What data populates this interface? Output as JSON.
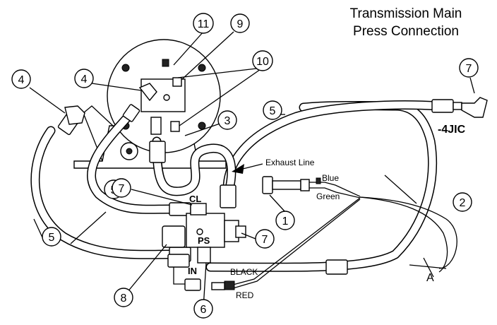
{
  "title": {
    "line1": "Transmission Main",
    "line2": "Press Connection"
  },
  "labels": {
    "exhaust_line": "Exhaust Line",
    "blue": "Blue",
    "green": "Green",
    "black": "BLACK",
    "red": "RED",
    "cl": "CL",
    "ps": "PS",
    "in": "IN",
    "fitting_4jic": "-4JIC",
    "point_a": "A"
  },
  "callouts": [
    "1",
    "2",
    "3",
    "4",
    "4",
    "5",
    "5",
    "5",
    "6",
    "7",
    "7",
    "7",
    "8",
    "9",
    "10",
    "11"
  ],
  "colors": {
    "line": "#000000",
    "background": "#ffffff"
  }
}
